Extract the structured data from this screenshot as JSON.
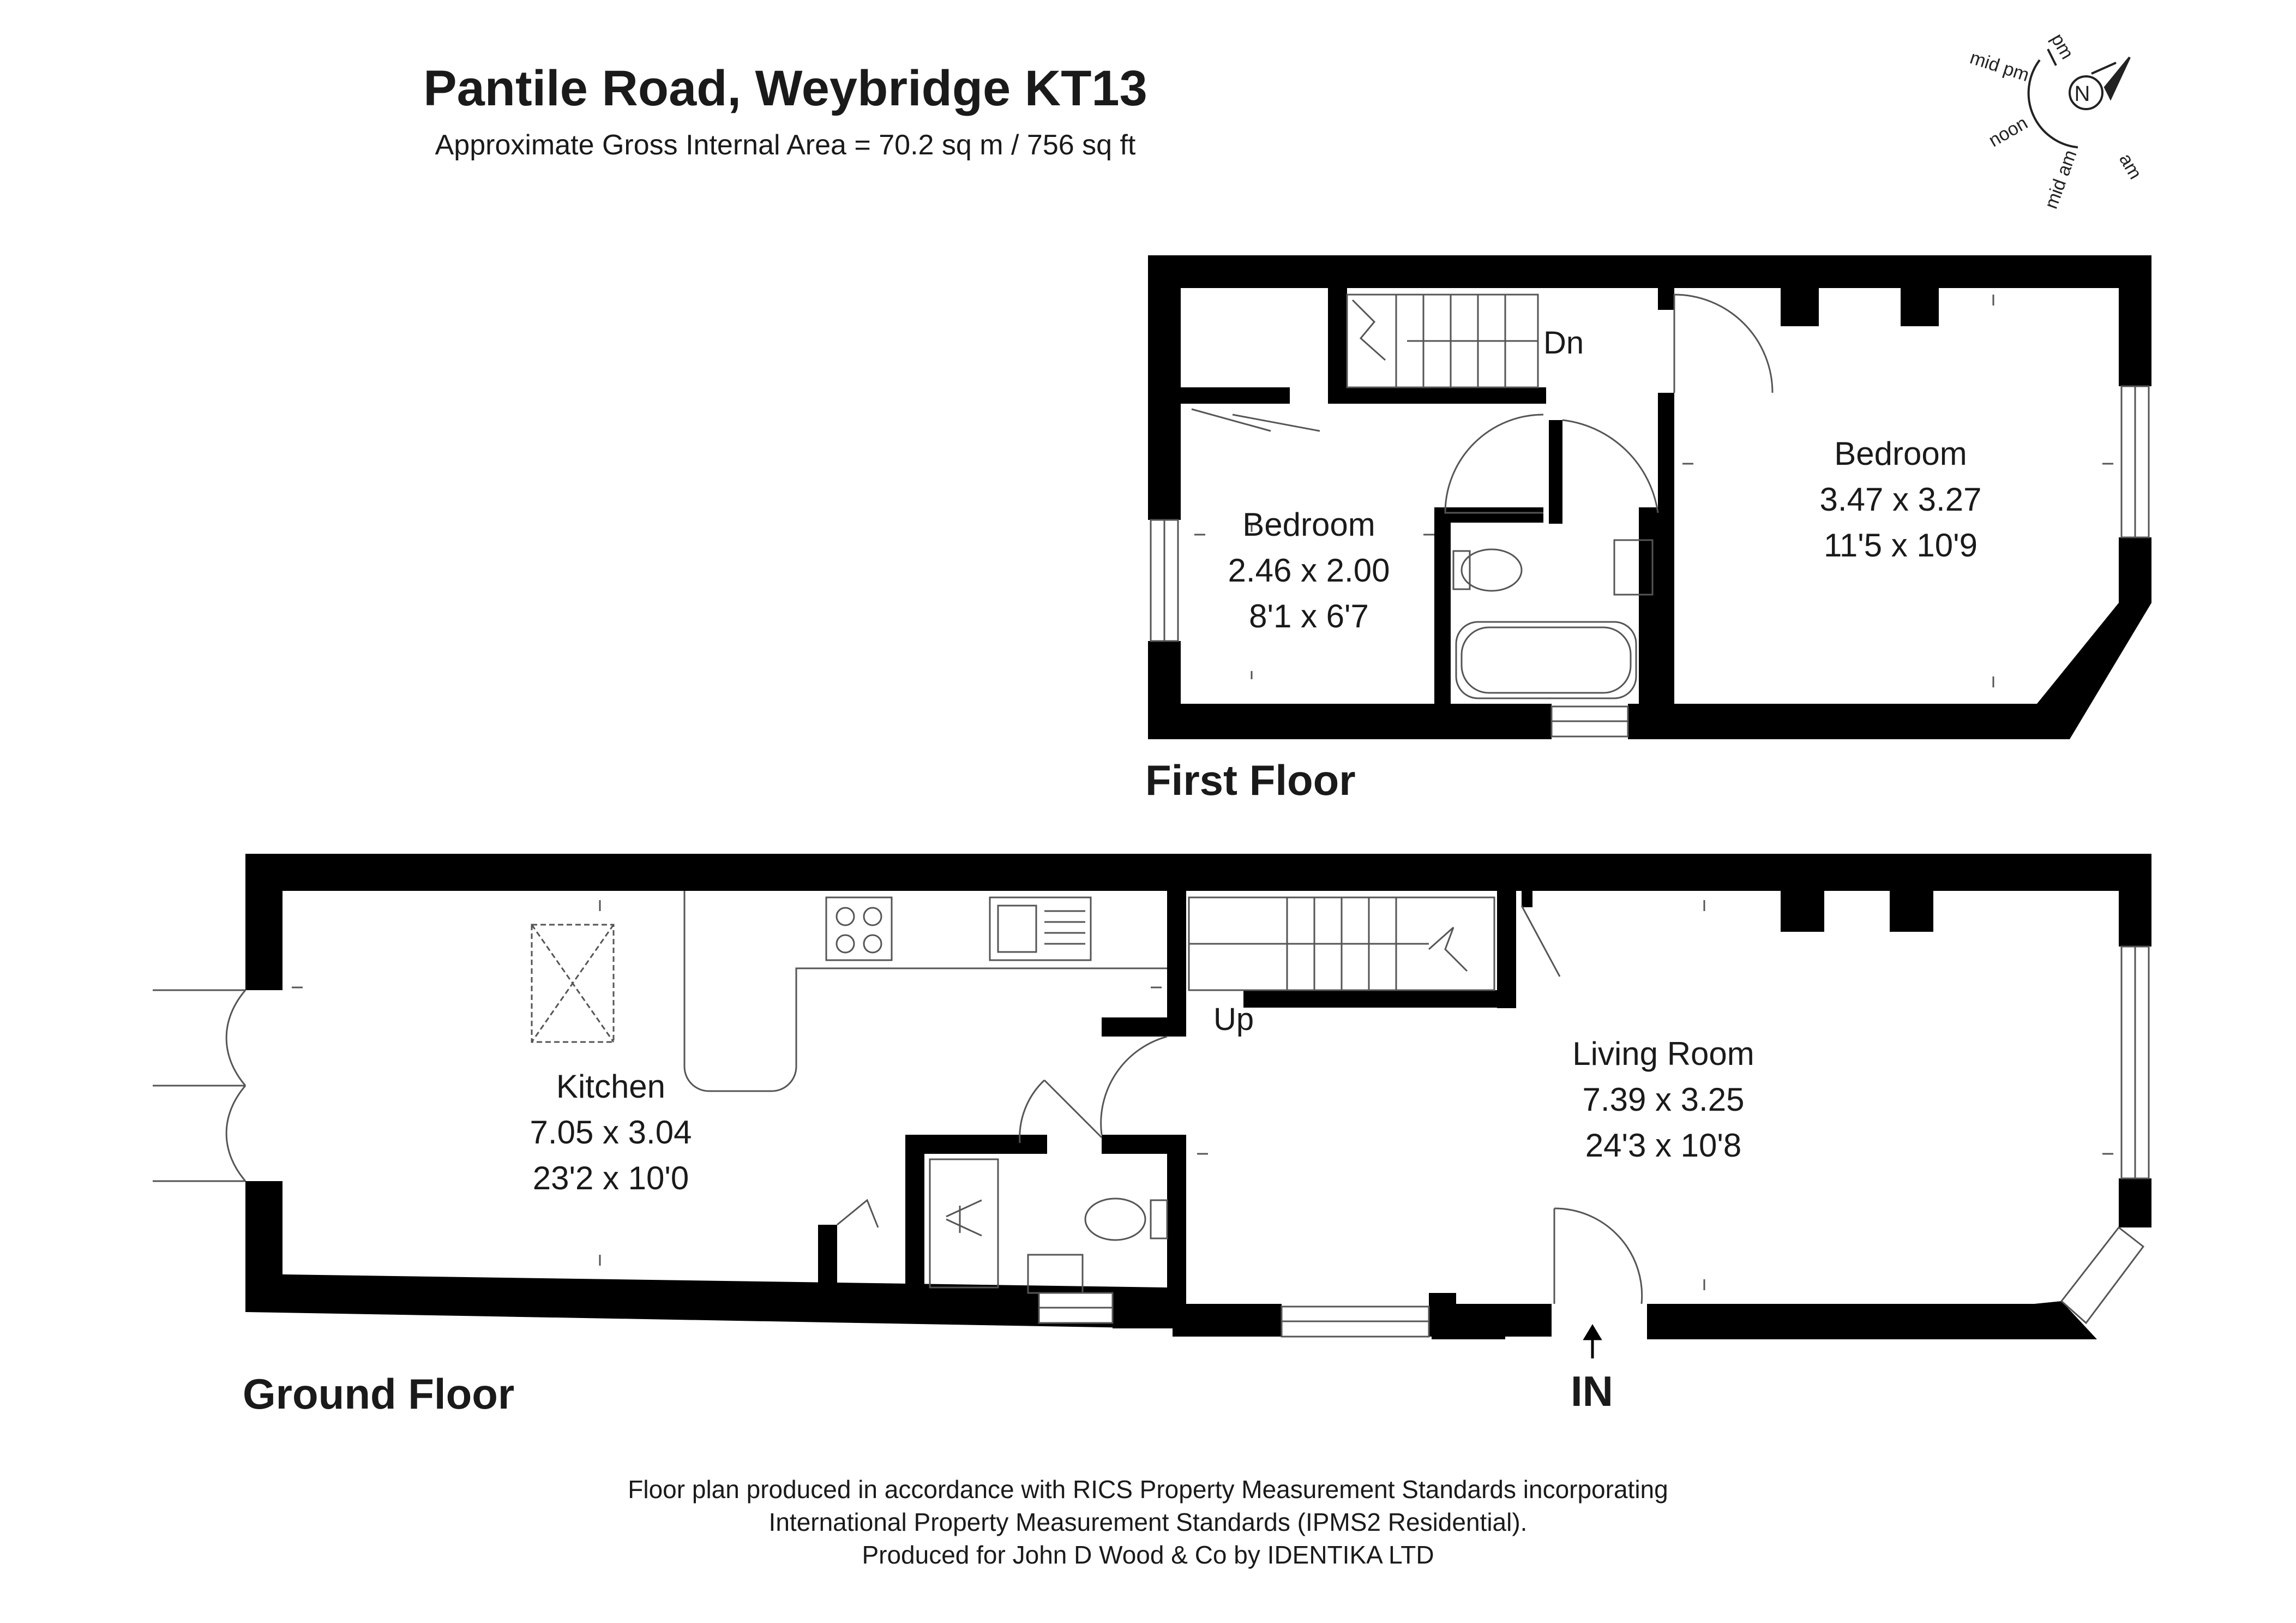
{
  "header": {
    "title": "Pantile Road, Weybridge KT13",
    "area": "Approximate Gross Internal Area = 70.2 sq m / 756 sq ft"
  },
  "compass": {
    "labels": [
      "pm",
      "mid pm",
      "noon",
      "mid am",
      "am"
    ],
    "north": "N"
  },
  "first_floor": {
    "label": "First Floor",
    "stairs_label": "Dn",
    "rooms": [
      {
        "name": "Bedroom",
        "metric": "2.46 x 2.00",
        "imperial": "8'1 x 6'7"
      },
      {
        "name": "Bedroom",
        "metric": "3.47 x 3.27",
        "imperial": "11'5 x 10'9"
      }
    ]
  },
  "ground_floor": {
    "label": "Ground Floor",
    "stairs_label": "Up",
    "entrance_label": "IN",
    "rooms": [
      {
        "name": "Kitchen",
        "metric": "7.05 x 3.04",
        "imperial": "23'2 x 10'0"
      },
      {
        "name": "Living Room",
        "metric": "7.39 x 3.25",
        "imperial": "24'3 x 10'8"
      }
    ]
  },
  "footer": {
    "lines": [
      "Floor plan produced in accordance with RICS Property Measurement Standards incorporating",
      "International Property Measurement Standards (IPMS2 Residential).",
      "Produced for John D Wood & Co by IDENTIKA LTD"
    ]
  },
  "colors": {
    "wall": "#000000",
    "fixture": "#555555",
    "text": "#1a1a1a"
  }
}
